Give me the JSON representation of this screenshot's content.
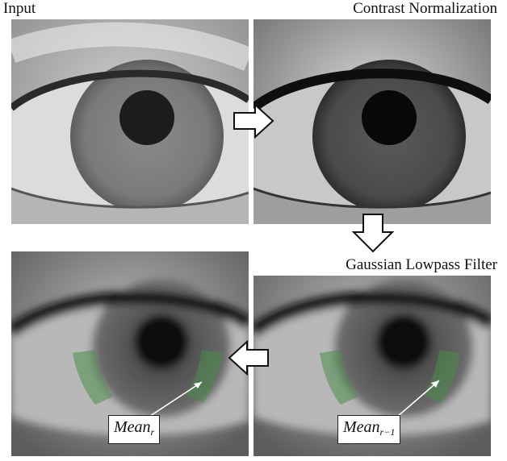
{
  "panels": {
    "input": {
      "title": "Input"
    },
    "contrast": {
      "title": "Contrast Normalization"
    },
    "gaussian": {
      "title": "Gaussian Lowpass Filter",
      "label_main": "Mean",
      "label_sub": "r−1"
    },
    "result": {
      "label_main": "Mean",
      "label_sub": "r"
    }
  },
  "colors": {
    "roi_green": "#4a8a4a",
    "arrow_fill": "#ffffff",
    "arrow_stroke": "#111111"
  }
}
